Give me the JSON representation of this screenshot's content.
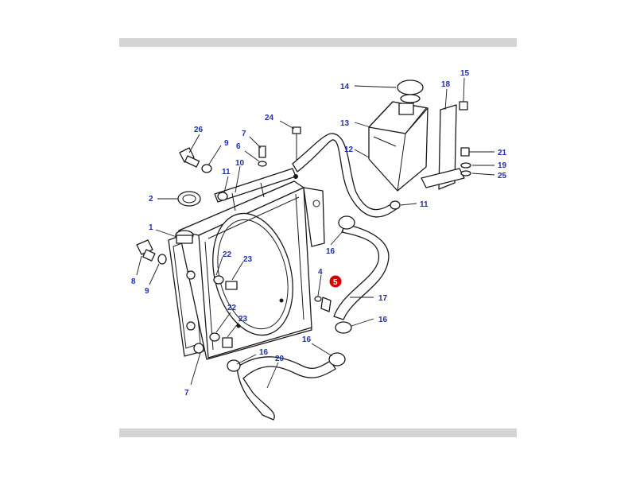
{
  "callouts": [
    {
      "id": "c26",
      "text": "26"
    },
    {
      "id": "c9a",
      "text": "9"
    },
    {
      "id": "c7a",
      "text": "7"
    },
    {
      "id": "c6",
      "text": "6"
    },
    {
      "id": "c24",
      "text": "24"
    },
    {
      "id": "c10",
      "text": "10"
    },
    {
      "id": "c11a",
      "text": "11"
    },
    {
      "id": "c2",
      "text": "2"
    },
    {
      "id": "c1",
      "text": "1"
    },
    {
      "id": "c8",
      "text": "8"
    },
    {
      "id": "c9b",
      "text": "9"
    },
    {
      "id": "c22a",
      "text": "22"
    },
    {
      "id": "c23a",
      "text": "23"
    },
    {
      "id": "c22b",
      "text": "22"
    },
    {
      "id": "c23b",
      "text": "23"
    },
    {
      "id": "c7b",
      "text": "7"
    },
    {
      "id": "c16a",
      "text": "16"
    },
    {
      "id": "c20",
      "text": "20"
    },
    {
      "id": "c16b",
      "text": "16"
    },
    {
      "id": "c4",
      "text": "4"
    },
    {
      "id": "c5",
      "text": "5",
      "highlighted": true
    },
    {
      "id": "c17",
      "text": "17"
    },
    {
      "id": "c16c",
      "text": "16"
    },
    {
      "id": "c16d",
      "text": "16"
    },
    {
      "id": "c14",
      "text": "14"
    },
    {
      "id": "c13",
      "text": "13"
    },
    {
      "id": "c12",
      "text": "12"
    },
    {
      "id": "c18",
      "text": "18"
    },
    {
      "id": "c15",
      "text": "15"
    },
    {
      "id": "c21",
      "text": "21"
    },
    {
      "id": "c19",
      "text": "19"
    },
    {
      "id": "c25",
      "text": "25"
    },
    {
      "id": "c11b",
      "text": "11"
    }
  ],
  "colors": {
    "label": "#1f2fa8",
    "highlight": "#d40000",
    "line": "#1a1a1a",
    "bar": "#d4d4d4"
  }
}
